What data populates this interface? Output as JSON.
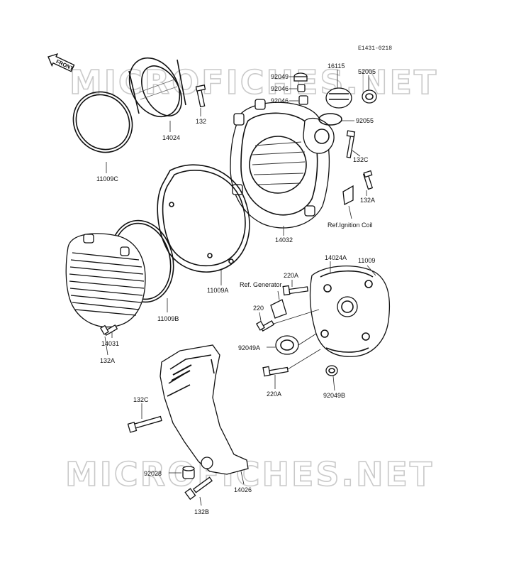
{
  "diagram_code": "E1431-0218",
  "front_marker": "FRONT",
  "watermark": "MICROFICHES.NET",
  "labels": {
    "l_92049": "92049",
    "l_92046a": "92046",
    "l_92046b": "92046",
    "l_16115": "16115",
    "l_52005": "52005",
    "l_92055": "92055",
    "l_14024": "14024",
    "l_132": "132",
    "l_11009C": "11009C",
    "l_132C_top": "132C",
    "l_132A_top": "132A",
    "l_ref_ignition": "Ref.Ignition Coil",
    "l_14032": "14032",
    "l_14024A": "14024A",
    "l_11009": "11009",
    "l_220A_top": "220A",
    "l_ref_generator": "Ref. Generator",
    "l_220": "220",
    "l_92049A": "92049A",
    "l_220A_bot": "220A",
    "l_92049B": "92049B",
    "l_11009A": "11009A",
    "l_11009B": "11009B",
    "l_14031": "14031",
    "l_132A_left": "132A",
    "l_132C_left": "132C",
    "l_92028": "92028",
    "l_14026": "14026",
    "l_132B": "132B"
  }
}
